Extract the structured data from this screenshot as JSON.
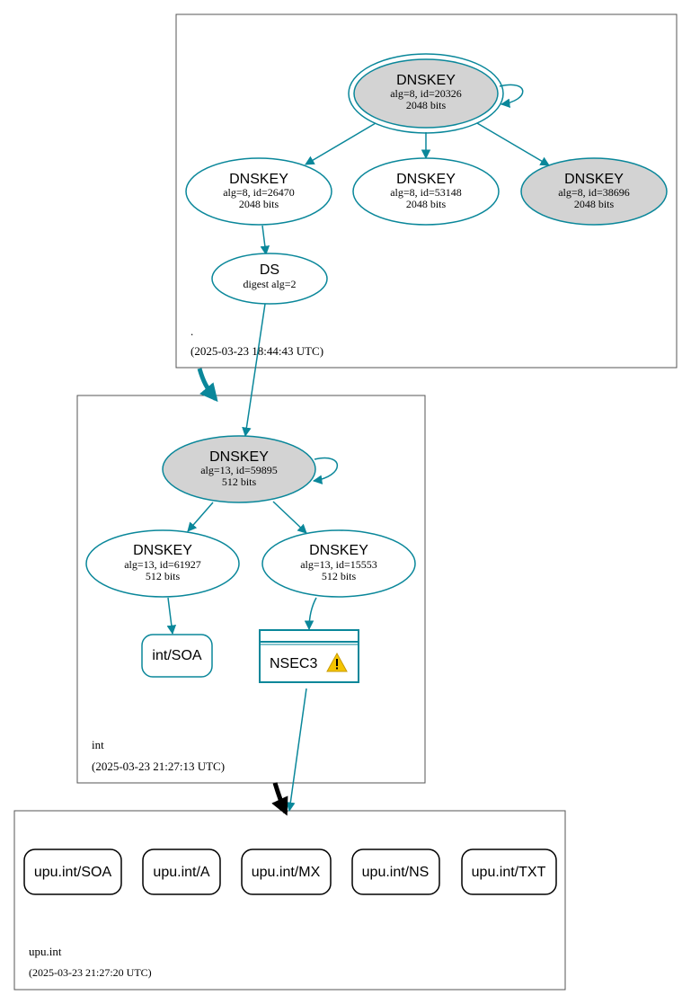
{
  "zones": {
    "root": {
      "name": ".",
      "timestamp": "(2025-03-23 18:44:43 UTC)"
    },
    "int": {
      "name": "int",
      "timestamp": "(2025-03-23 21:27:13 UTC)"
    },
    "upu": {
      "name": "upu.int",
      "timestamp": "(2025-03-23 21:27:20 UTC)"
    }
  },
  "nodes": {
    "root_ksk": {
      "title": "DNSKEY",
      "line1": "alg=8, id=20326",
      "line2": "2048 bits"
    },
    "root_zsk1": {
      "title": "DNSKEY",
      "line1": "alg=8, id=26470",
      "line2": "2048 bits"
    },
    "root_zsk2": {
      "title": "DNSKEY",
      "line1": "alg=8, id=53148",
      "line2": "2048 bits"
    },
    "root_zsk3": {
      "title": "DNSKEY",
      "line1": "alg=8, id=38696",
      "line2": "2048 bits"
    },
    "int_ds": {
      "title": "DS",
      "line1": "digest alg=2"
    },
    "int_ksk": {
      "title": "DNSKEY",
      "line1": "alg=13, id=59895",
      "line2": "512 bits"
    },
    "int_zsk1": {
      "title": "DNSKEY",
      "line1": "alg=13, id=61927",
      "line2": "512 bits"
    },
    "int_zsk2": {
      "title": "DNSKEY",
      "line1": "alg=13, id=15553",
      "line2": "512 bits"
    },
    "int_soa": {
      "label": "int/SOA"
    },
    "nsec3": {
      "label": "NSEC3"
    },
    "upu_soa": {
      "label": "upu.int/SOA"
    },
    "upu_a": {
      "label": "upu.int/A"
    },
    "upu_mx": {
      "label": "upu.int/MX"
    },
    "upu_ns": {
      "label": "upu.int/NS"
    },
    "upu_txt": {
      "label": "upu.int/TXT"
    }
  },
  "colors": {
    "secure": "#0a879a",
    "key_fill_gray": "#d3d3d3",
    "border": "#000000",
    "zone_border": "#545454",
    "warning": "#f4c400"
  },
  "icons": {
    "warning": "warning-triangle-icon"
  }
}
